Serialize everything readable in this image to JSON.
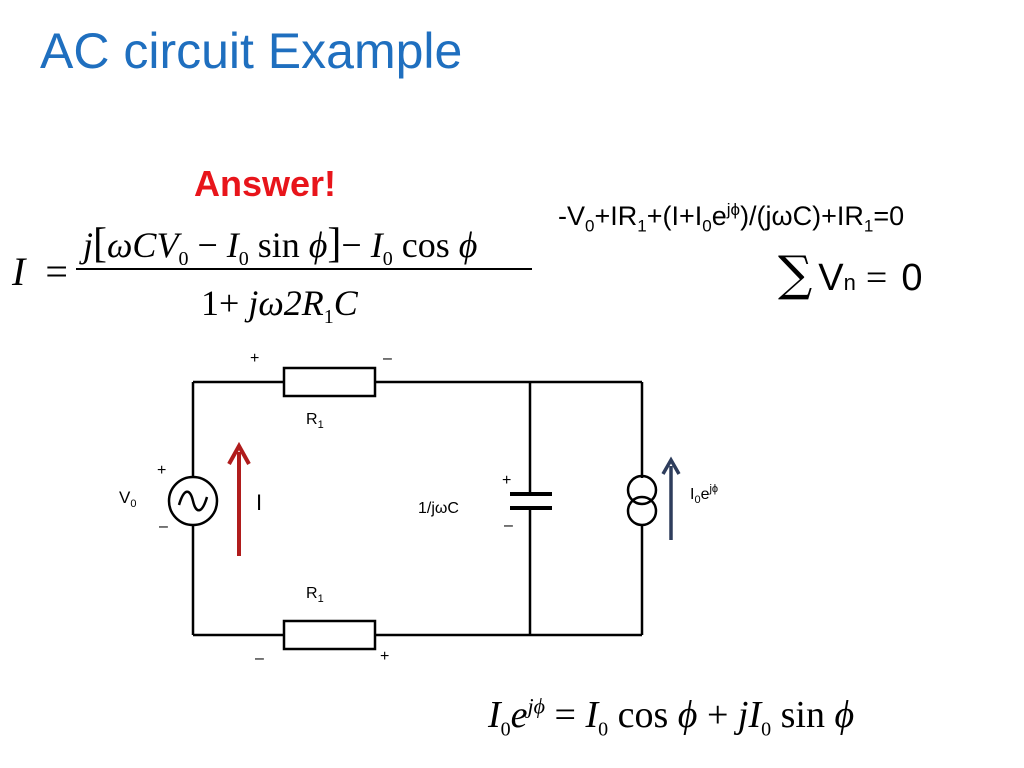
{
  "slide": {
    "title": "AC circuit Example",
    "answer_label": "Answer!"
  },
  "equations": {
    "answer_lhs_I": "I",
    "answer_lhs_eq": "=",
    "answer_numerator": {
      "j": "j",
      "lbr": "[",
      "omega_cv": "ωCV",
      "sub0a": "0",
      "minus1": "−",
      "I0a": "I",
      "sub0b": "0",
      "sin": "sin",
      "phi1": "ϕ",
      "rbr": "]",
      "minus2": "−",
      "I0b": "I",
      "sub0c": "0",
      "cos": "cos",
      "phi2": "ϕ"
    },
    "answer_denominator": {
      "one_plus": "1+",
      "j_omega_2r": "jω2R",
      "sub1": "1",
      "c": "C"
    },
    "kvl": {
      "part1": "-V",
      "sub0": "0",
      "part2": "+IR",
      "sub1a": "1",
      "part3": "+(I+I",
      "sub0b": "0",
      "part4": "e",
      "sup": "jϕ",
      "part5": ")/(jωC)+IR",
      "sub1b": "1",
      "part6": "=0"
    },
    "sum_rule": {
      "sigma": "∑",
      "v": "V",
      "sub": "n",
      "eq": "=",
      "zero": "0"
    },
    "euler": {
      "I": "I",
      "sub0a": "0",
      "e": "e",
      "sup": "jϕ",
      "eq": "=",
      "I2": "I",
      "sub0b": "0",
      "cos": "cos",
      "phi1": "ϕ",
      "plus": "+",
      "jI": "jI",
      "sub0c": "0",
      "sin": "sin",
      "phi2": "ϕ"
    }
  },
  "circuit": {
    "r_top_plus": "+",
    "r_top_minus": "–",
    "r_top_label": "R",
    "r_top_sub": "1",
    "r_bot_label": "R",
    "r_bot_sub": "1",
    "r_bot_minus": "–",
    "r_bot_plus": "+",
    "source_label": "V",
    "source_sub": "0",
    "source_plus": "+",
    "source_minus": "–",
    "current_label": "I",
    "cap_label": "1/jωC",
    "cap_plus": "+",
    "cap_minus": "–",
    "cs_label": "I",
    "cs_sub": "0",
    "cs_e": "e",
    "cs_sup": "jϕ",
    "colors": {
      "wire": "#000000",
      "current_arrow": "#b01c1c",
      "source_arrow": "#2e3d5c"
    }
  }
}
